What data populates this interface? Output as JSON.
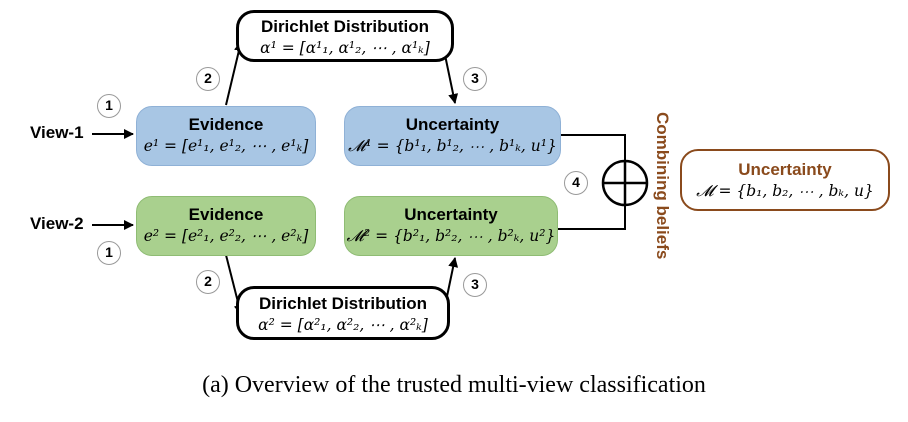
{
  "caption": "(a) Overview of the trusted multi-view classification",
  "views": {
    "view1_label": "View-1",
    "view2_label": "View-2"
  },
  "evidence1": {
    "title": "Evidence",
    "formula": "e¹ = [e¹₁, e¹₂, ⋯ , e¹ₖ]"
  },
  "evidence2": {
    "title": "Evidence",
    "formula": "e² = [e²₁, e²₂, ⋯ , e²ₖ]"
  },
  "dirichlet1": {
    "title": "Dirichlet Distribution",
    "formula": "α¹ = [α¹₁, α¹₂, ⋯ , α¹ₖ]"
  },
  "dirichlet2": {
    "title": "Dirichlet Distribution",
    "formula": "α² = [α²₁, α²₂, ⋯ , α²ₖ]"
  },
  "uncertainty1": {
    "title": "Uncertainty",
    "formula": "𝓜¹ = {b¹₁, b¹₂, ⋯ , b¹ₖ, u¹}"
  },
  "uncertainty2": {
    "title": "Uncertainty",
    "formula": "𝓜² = {b²₁, b²₂, ⋯ , b²ₖ, u²}"
  },
  "final_uncertainty": {
    "title": "Uncertainty",
    "formula": "𝓜 = {b₁, b₂, ⋯ , bₖ, u}"
  },
  "combining_label": "Combining beliefs",
  "combine_symbol": "⊕",
  "steps": {
    "s1": "1",
    "s2": "2",
    "s3": "3",
    "s4": "4"
  },
  "colors": {
    "evidence": "#a8c6e4",
    "uncertainty": "#a9d08e",
    "accent": "#8a4a1c"
  }
}
